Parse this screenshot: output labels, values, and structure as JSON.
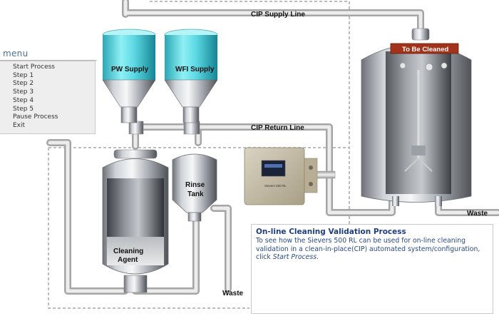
{
  "menu": {
    "title": "menu",
    "items": [
      {
        "label": "Start Process"
      },
      {
        "label": "Step 1"
      },
      {
        "label": "Step 2"
      },
      {
        "label": "Step 3"
      },
      {
        "label": "Step 4"
      },
      {
        "label": "Step 5"
      },
      {
        "label": "Pause Process"
      },
      {
        "label": "Exit"
      }
    ]
  },
  "diagram": {
    "cip_supply_line": "CIP Supply Line",
    "cip_return_line": "CIP Return Line",
    "pw_supply": "PW Supply",
    "wfi_supply": "WFI Supply",
    "rinse_tank_line1": "Rinse",
    "rinse_tank_line2": "Tank",
    "cleaning_agent_line1": "Cleaning",
    "cleaning_agent_line2": "Agent",
    "to_be_cleaned": "To Be Cleaned",
    "waste_right": "Waste",
    "waste_bottom": "Waste",
    "analyzer_label": "Sievers 500 RL"
  },
  "info": {
    "title": "On-line Cleaning Validation Process",
    "body_prefix": "To see how the Sievers 500 RL can be used for on-line cleaning validation in a clean-in-place(CIP) automated system/configuration, click ",
    "link_text": "Start Process",
    "body_suffix": "."
  },
  "colors": {
    "pipe": "#c7c7c7",
    "supply_tank_top": "#7fe3ea",
    "to_be_cleaned_label_bg": "#a2331a",
    "menu_title": "#4a6fa3",
    "info_text": "#1f3d7a"
  }
}
